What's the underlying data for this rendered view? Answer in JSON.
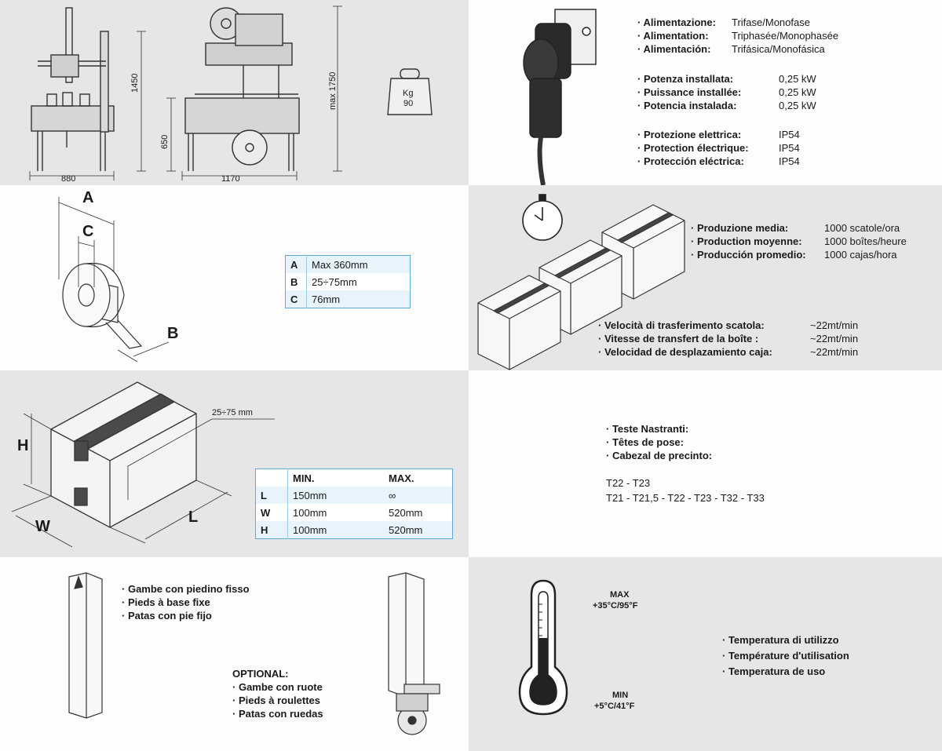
{
  "machine": {
    "dim_width": "880",
    "dim_length": "1170",
    "dim_height": "1450",
    "dim_max_height": "max 1750",
    "dim_table": "650",
    "weight_unit": "Kg",
    "weight_value": "90"
  },
  "power": {
    "supply": [
      {
        "label": "Alimentazione:",
        "value": "Trifase/Monofase"
      },
      {
        "label": "Alimentation:",
        "value": "Triphasée/Monophasée"
      },
      {
        "label": "Alimentación:",
        "value": "Trifásica/Monofásica"
      }
    ],
    "installed": [
      {
        "label": "Potenza installata:",
        "value": "0,25 kW"
      },
      {
        "label": "Puissance installée:",
        "value": "0,25 kW"
      },
      {
        "label": "Potencia instalada:",
        "value": "0,25 kW"
      }
    ],
    "protection": [
      {
        "label": "Protezione elettrica:",
        "value": "IP54"
      },
      {
        "label": "Protection électrique:",
        "value": "IP54"
      },
      {
        "label": "Protección eléctrica:",
        "value": "IP54"
      }
    ]
  },
  "tape": {
    "label_a": "A",
    "label_b": "B",
    "label_c": "C",
    "table": [
      {
        "key": "A",
        "value": "Max 360mm"
      },
      {
        "key": "B",
        "value": "25÷75mm"
      },
      {
        "key": "C",
        "value": "76mm"
      }
    ]
  },
  "production": {
    "rate": [
      {
        "label": "Produzione media:",
        "value": "1000 scatole/ora"
      },
      {
        "label": "Production moyenne:",
        "value": "1000 boîtes/heure"
      },
      {
        "label": "Producción promedio:",
        "value": "1000 cajas/hora"
      }
    ],
    "speed": [
      {
        "label": "Velocità di trasferimento scatola:",
        "value": "~22mt/min"
      },
      {
        "label": "Vitesse de transfert de la boîte :",
        "value": "~22mt/min"
      },
      {
        "label": "Velocidad de desplazamiento caja:",
        "value": "~22mt/min"
      }
    ]
  },
  "box": {
    "label_h": "H",
    "label_w": "W",
    "label_l": "L",
    "tape_width": "25÷75 mm",
    "header": {
      "min": "MIN.",
      "max": "MAX."
    },
    "rows": [
      {
        "key": "L",
        "min": "150mm",
        "max": "∞"
      },
      {
        "key": "W",
        "min": "100mm",
        "max": "520mm"
      },
      {
        "key": "H",
        "min": "100mm",
        "max": "520mm"
      }
    ]
  },
  "heads": {
    "titles": [
      "Teste Nastranti:",
      "Têtes de pose:",
      "Cabezal de precinto:"
    ],
    "line1": "T22 - T23",
    "line2": "T21 - T21,5 - T22 - T23 - T32 - T33"
  },
  "legs": {
    "fixed": [
      "Gambe con piedino fisso",
      "Pieds à base fixe",
      "Patas con pie fijo"
    ],
    "optional_title": "OPTIONAL:",
    "optional": [
      "Gambe con ruote",
      "Pieds à roulettes",
      "Patas con ruedas"
    ]
  },
  "temperature": {
    "max_label": "MAX",
    "max_value": "+35°C/95°F",
    "min_label": "MIN",
    "min_value": "+5°C/41°F",
    "labels": [
      "Temperatura di utilizzo",
      "Température d'utilisation",
      "Temperatura de uso"
    ]
  }
}
